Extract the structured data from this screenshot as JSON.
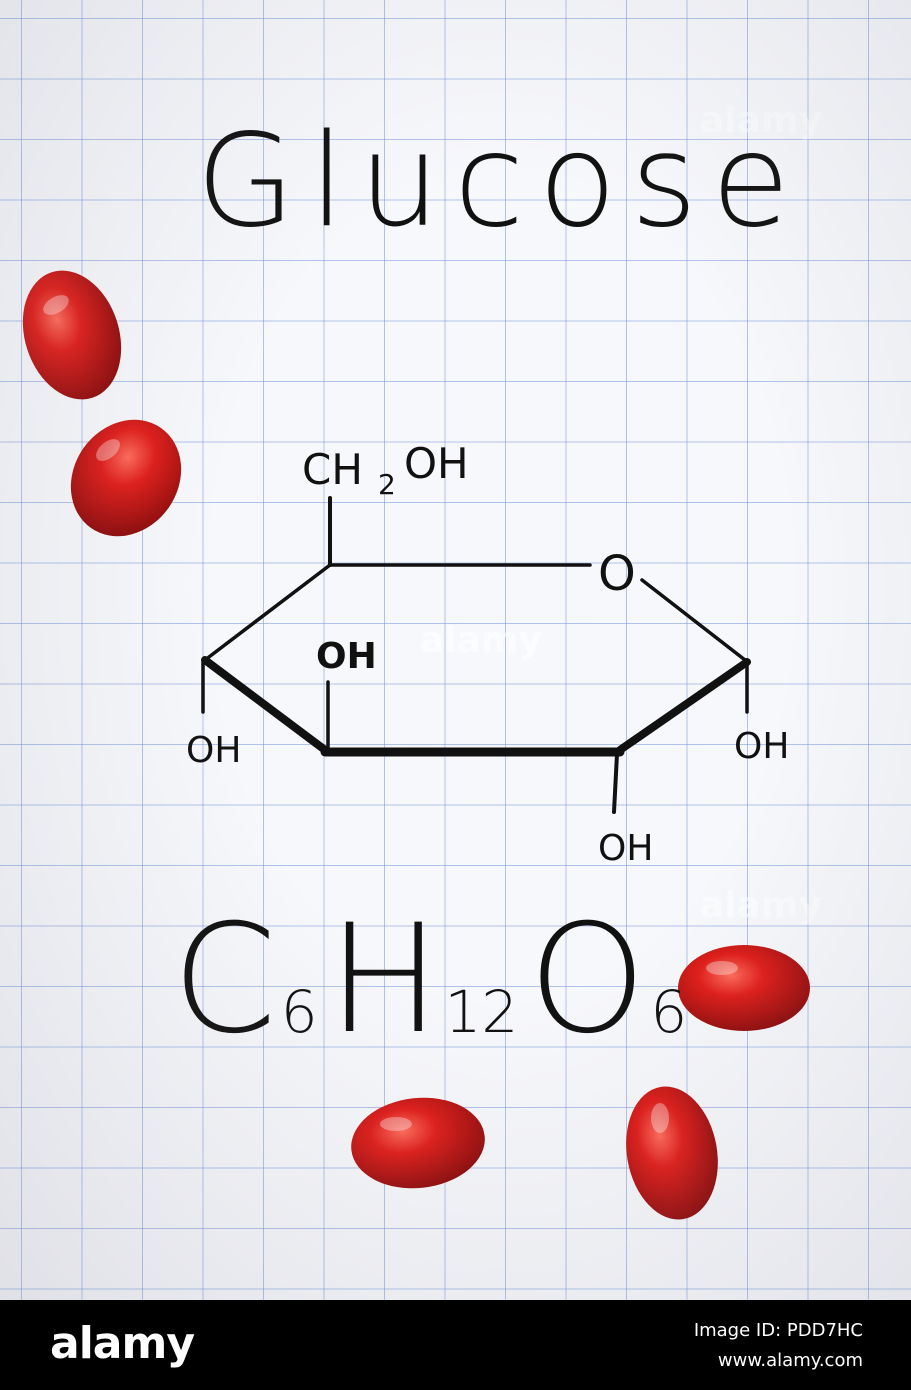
{
  "photo": {
    "title": "Glucose",
    "structure_labels": {
      "top": "CH",
      "top_sub": "2",
      "top_end": "OH",
      "ring_oxygen": "O",
      "inner": "OH",
      "left": "OH",
      "right": "OH",
      "bottom": "OH"
    },
    "formula": {
      "c": "C",
      "c_sub": "6",
      "h": "H",
      "h_sub": "12",
      "o": "O",
      "o_sub": "6"
    },
    "capsule_color": "#d81a1a",
    "watermark": "alamy"
  },
  "footer": {
    "brand": "alamy",
    "image_id": "Image ID: PDD7HC",
    "site": "www.alamy.com"
  }
}
